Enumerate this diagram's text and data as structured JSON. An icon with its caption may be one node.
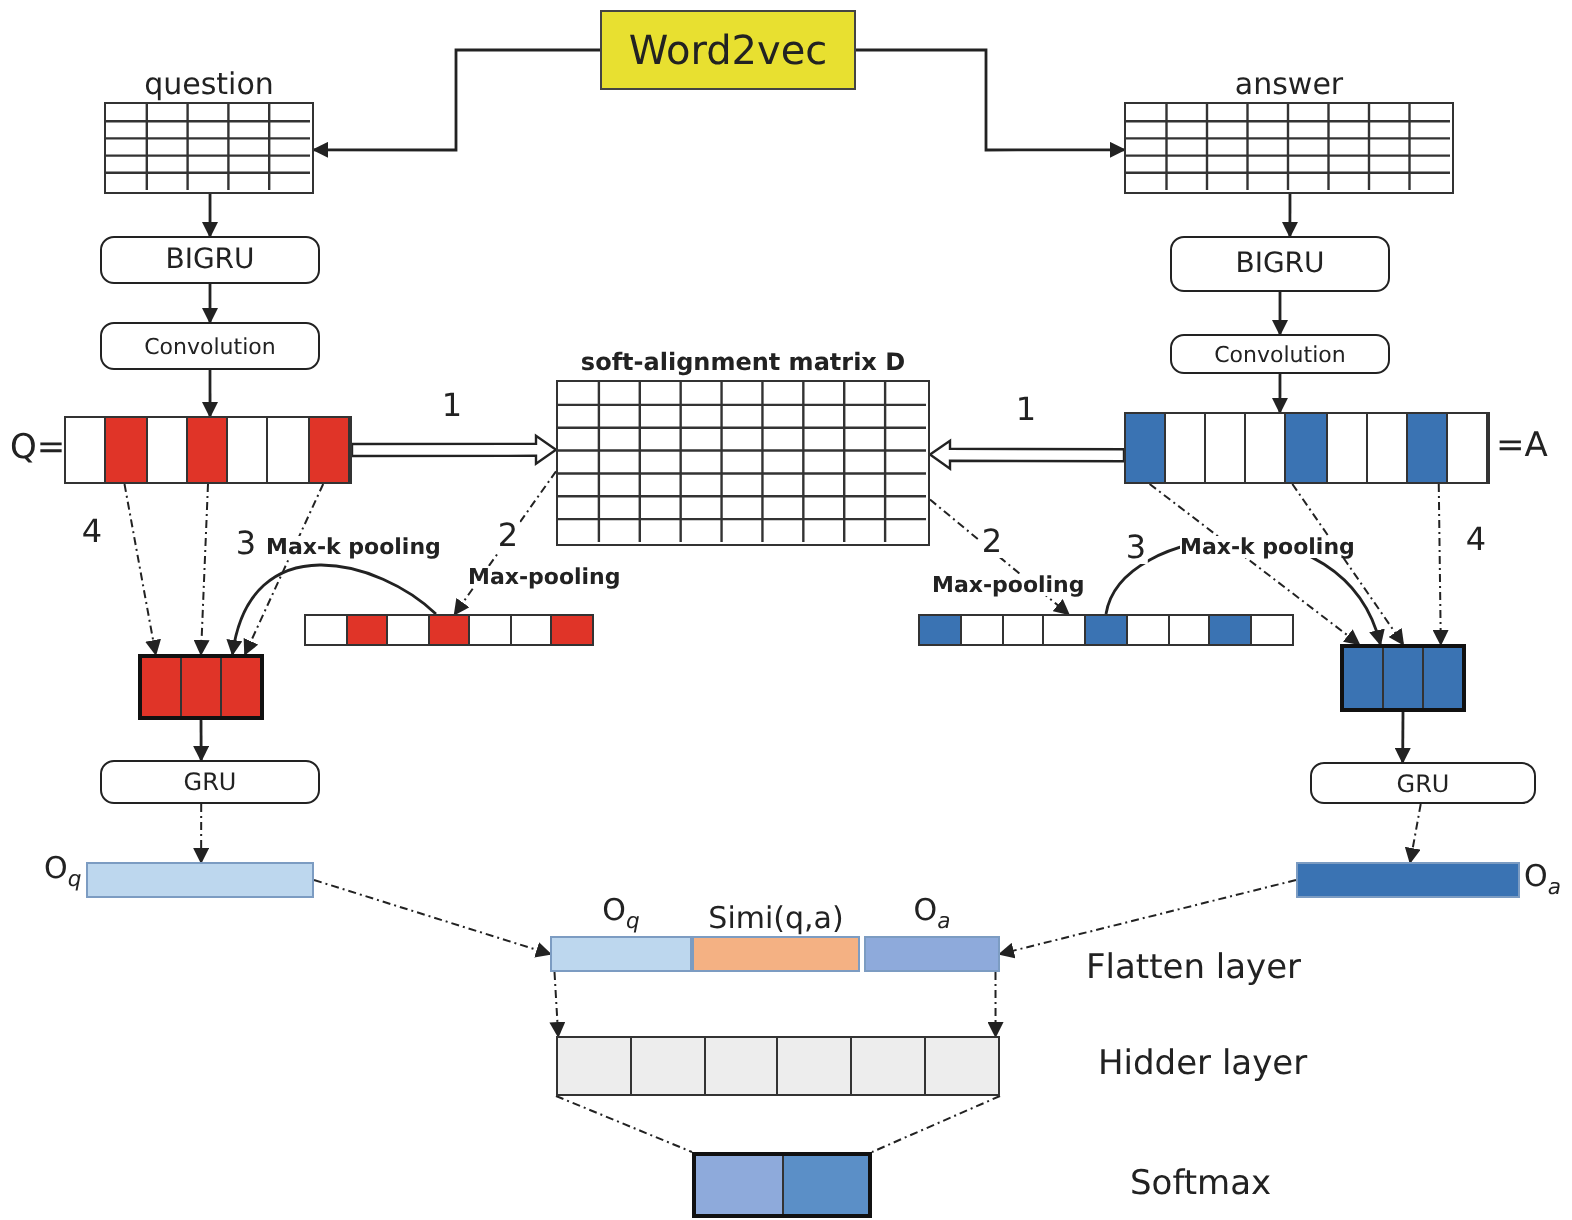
{
  "diagram": {
    "nodes": [
      {
        "text": [
          "Word2vec"
        ]
      },
      {
        "text": [
          "question"
        ]
      },
      {
        "text": [
          "answer"
        ]
      },
      {
        "text": [
          "BIGRU"
        ]
      },
      {
        "text": [
          "BIGRU"
        ]
      },
      {
        "text": [
          "Convolution"
        ]
      },
      {
        "text": [
          "Convolution"
        ]
      },
      {
        "text": [],
        "shape": "bar",
        "beside": [
          "Q="
        ]
      },
      {
        "text": [
          "soft-alignment matrix D"
        ]
      },
      {
        "text": [],
        "shape": "bar",
        "beside": [
          "=A"
        ]
      },
      {
        "text": [],
        "shape": "bar"
      },
      {
        "text": [],
        "shape": "bar"
      },
      {
        "text": [],
        "shape": "box"
      },
      {
        "text": [],
        "shape": "box"
      },
      {
        "text": [
          "GRU"
        ]
      },
      {
        "text": [
          "GRU"
        ]
      },
      {
        "text": [],
        "shape": "bar",
        "beside": [
          "O$_{q}$"
        ]
      },
      {
        "text": [],
        "shape": "bar",
        "beside": [
          "O$_{a}$"
        ]
      },
      {
        "text": [],
        "shape": "bar"
      },
      {
        "text": [
          "O$_{q}$"
        ],
        "in": 18
      },
      {
        "text": [
          "Simi(q,a)"
        ],
        "in": 18
      },
      {
        "text": [
          "O$_{a}$"
        ],
        "in": 18
      },
      {
        "text": [],
        "shape": "bar"
      },
      {
        "text": [],
        "shape": "box"
      }
    ],
    "edges": [
      {
        "from": 0,
        "to": 1,
        "arrow": "to"
      },
      {
        "from": 0,
        "to": 2,
        "arrow": "to"
      },
      {
        "from": 1,
        "to": 3,
        "arrow": "to"
      },
      {
        "from": 2,
        "to": 4,
        "arrow": "to"
      },
      {
        "from": 3,
        "to": 5,
        "arrow": "to"
      },
      {
        "from": 4,
        "to": 6,
        "arrow": "to"
      },
      {
        "from": 5,
        "to": 7,
        "arrow": "to"
      },
      {
        "from": 6,
        "to": 9,
        "arrow": "to"
      },
      {
        "from": 7,
        "to": 8,
        "arrow": "to",
        "label": "1",
        "style": "thick"
      },
      {
        "from": 9,
        "to": 8,
        "arrow": "to",
        "label": "1",
        "style": "thick"
      },
      {
        "from": 8,
        "to": 10,
        "arrow": "to",
        "label": "2",
        "style": "dashed"
      },
      {
        "from": 8,
        "to": 11,
        "arrow": "to",
        "label": "2",
        "style": "dashed"
      },
      {
        "from": 10,
        "to": 12,
        "arrow": "to",
        "label": "3"
      },
      {
        "from": 11,
        "to": 13,
        "arrow": "to",
        "label": "3"
      },
      {
        "from": 7,
        "to": 12,
        "arrow": "to",
        "label": "4",
        "style": "dashed"
      },
      {
        "from": 7,
        "to": 12,
        "arrow": "to",
        "style": "dashed"
      },
      {
        "from": 7,
        "to": 12,
        "arrow": "to",
        "style": "dashed"
      },
      {
        "from": 9,
        "to": 13,
        "arrow": "to",
        "style": "dashed"
      },
      {
        "from": 9,
        "to": 13,
        "arrow": "to",
        "style": "dashed"
      },
      {
        "from": 9,
        "to": 13,
        "arrow": "to",
        "label": "4",
        "style": "dashed"
      },
      {
        "from": 12,
        "to": 14,
        "arrow": "to"
      },
      {
        "from": 13,
        "to": 15,
        "arrow": "to"
      },
      {
        "from": 14,
        "to": 16,
        "arrow": "to",
        "style": "dashed"
      },
      {
        "from": 15,
        "to": 17,
        "arrow": "to",
        "style": "dashed"
      },
      {
        "from": 16,
        "to": 18,
        "arrow": "to",
        "style": "dashed"
      },
      {
        "from": 17,
        "to": 18,
        "arrow": "to",
        "style": "dashed"
      },
      {
        "from": 18,
        "to": 22,
        "arrow": "to",
        "style": "dashed"
      },
      {
        "from": 18,
        "to": 22,
        "arrow": "to",
        "style": "dashed"
      },
      {
        "from": 22,
        "to": 23,
        "arrow": "none",
        "style": "dashed"
      },
      {
        "from": 22,
        "to": 23,
        "arrow": "none",
        "style": "dashed"
      }
    ],
    "labels": [
      "Max-k pooling",
      "Max-pooling",
      "Max-pooling",
      "Max-k pooling",
      "Flatten layer",
      "Hidder layer",
      "Softmax"
    ]
  }
}
